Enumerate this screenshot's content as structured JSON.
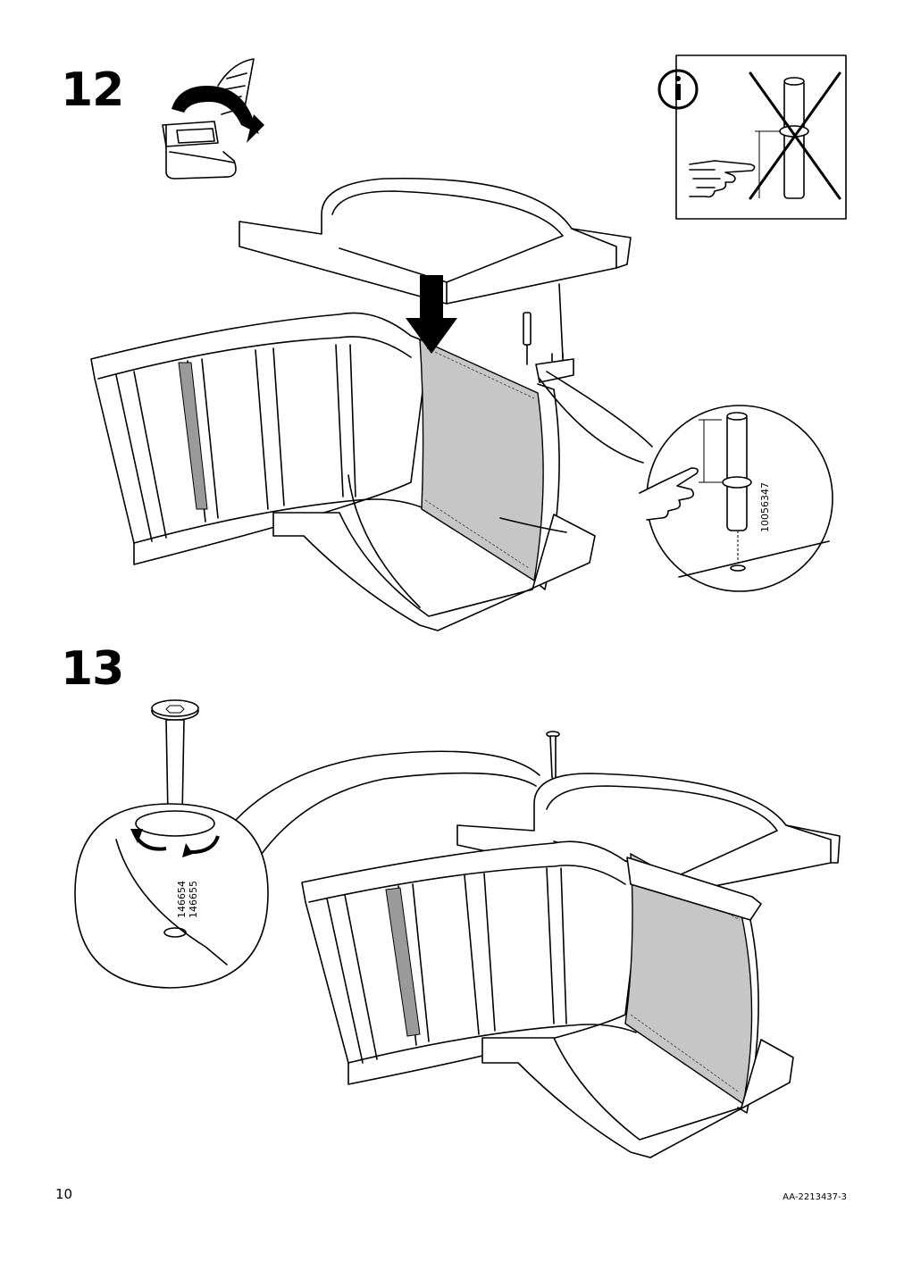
{
  "page": {
    "number": "10",
    "doc_code": "AA-2213437-3"
  },
  "steps": [
    {
      "number": "12",
      "part_code": "10056347"
    },
    {
      "number": "13",
      "part_codes": [
        "146654",
        "146655"
      ]
    }
  ],
  "icons": {
    "info": "info-icon",
    "pointing_hand": "pointing-hand-icon",
    "arrow_down": "arrow-down-icon",
    "rotate": "rotate-arrow-icon"
  }
}
